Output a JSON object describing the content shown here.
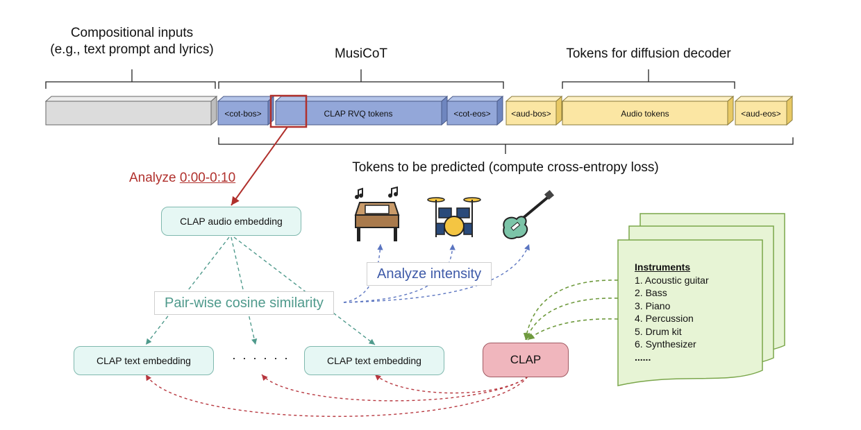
{
  "headers": {
    "inputs_line1": "Compositional inputs",
    "inputs_line2": "(e.g., text prompt and lyrics)",
    "musicot": "MusiCoT",
    "diffusion": "Tokens for diffusion decoder",
    "predicted": "Tokens to be predicted (compute cross-entropy loss)"
  },
  "segments": {
    "cot_bos": "<cot-bos>",
    "clap_rvq": "CLAP RVQ tokens",
    "cot_eos": "<cot-eos>",
    "aud_bos": "<aud-bos>",
    "audio_tokens": "Audio tokens",
    "aud_eos": "<aud-eos>"
  },
  "analyze": {
    "prefix": "Analyze ",
    "time": "0:00-0:10"
  },
  "nodes": {
    "audio_embedding": "CLAP audio embedding",
    "text_embedding_left": "CLAP text embedding",
    "ellipsis": "· · · · · ·",
    "text_embedding_right": "CLAP text embedding",
    "clap": "CLAP"
  },
  "labels": {
    "cosine": "Pair-wise cosine similarity",
    "intensity": "Analyze intensity"
  },
  "instruments": {
    "title": "Instruments",
    "items": [
      "1. Acoustic guitar",
      "2. Bass",
      "3. Piano",
      "4. Percussion",
      "5. Drum kit",
      "6. Synthesizer",
      "......"
    ]
  },
  "icons": [
    "piano-icon",
    "drum-kit-icon",
    "electric-guitar-icon"
  ],
  "colors": {
    "gray_token": "#dcdcdc",
    "blue_token": "#93a7d9",
    "yellow_token": "#fbe6a3",
    "analyze_red": "#b0302c",
    "teal": "#4f9a8c",
    "blue_label": "#3e5aa8",
    "green_doc": "#e7f4d5",
    "green_border": "#7aa64a",
    "red_dash": "#b7373f"
  }
}
